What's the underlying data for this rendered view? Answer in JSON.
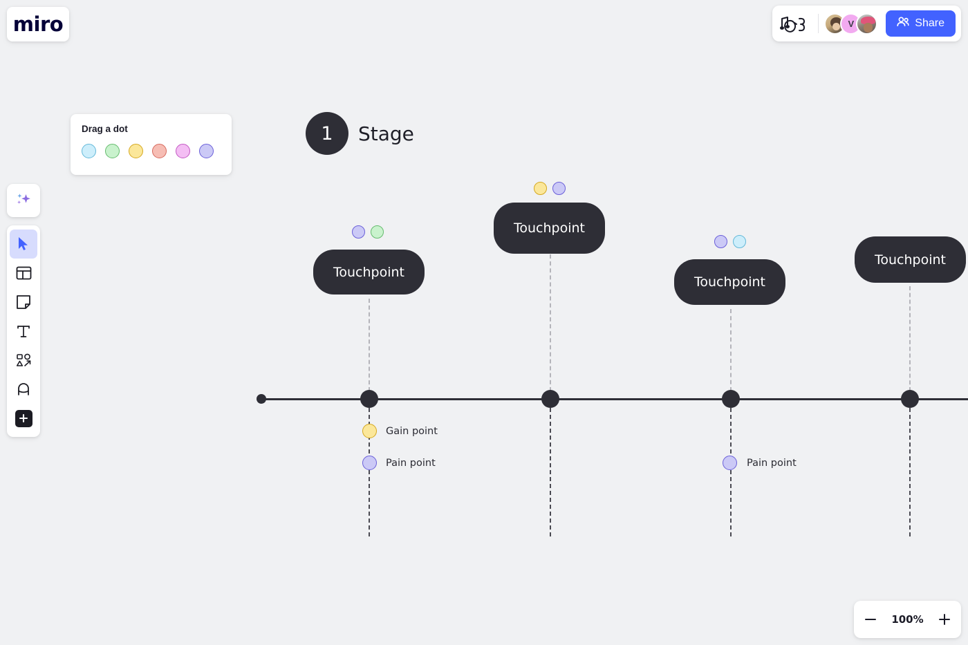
{
  "app": {
    "logo": "miro"
  },
  "header": {
    "doodle_icon": "music-doodle-icon",
    "share_label": "Share",
    "share_color": "#4262ff",
    "avatars": [
      {
        "name": "avatar-user-1",
        "initial": "",
        "type": "photo"
      },
      {
        "name": "avatar-user-2",
        "initial": "V",
        "type": "initial",
        "color": "#f2aaf0"
      },
      {
        "name": "avatar-user-3",
        "initial": "",
        "type": "photo"
      }
    ]
  },
  "drag_panel": {
    "title": "Drag a dot",
    "dots": [
      {
        "name": "dot-cyan",
        "fill": "#cdeefb",
        "stroke": "#63b8d8"
      },
      {
        "name": "dot-green",
        "fill": "#c9f2cd",
        "stroke": "#65bb6e"
      },
      {
        "name": "dot-yellow",
        "fill": "#fbe79a",
        "stroke": "#d5a81f"
      },
      {
        "name": "dot-red",
        "fill": "#f6bdb4",
        "stroke": "#d6685c"
      },
      {
        "name": "dot-pink",
        "fill": "#f4bef4",
        "stroke": "#c257c2"
      },
      {
        "name": "dot-purple",
        "fill": "#cbc9f6",
        "stroke": "#6a5fd9"
      }
    ]
  },
  "toolbar": {
    "ai_icon": "ai-sparkle-icon",
    "items": [
      {
        "name": "tool-select",
        "icon": "cursor-icon",
        "active": true
      },
      {
        "name": "tool-templates",
        "icon": "frame-icon",
        "active": false
      },
      {
        "name": "tool-sticky-note",
        "icon": "sticky-note-icon",
        "active": false
      },
      {
        "name": "tool-text",
        "icon": "text-icon",
        "active": false
      },
      {
        "name": "tool-shapes",
        "icon": "shapes-icon",
        "active": false
      },
      {
        "name": "tool-pen",
        "icon": "pen-icon",
        "active": false
      },
      {
        "name": "tool-more",
        "icon": "plus-icon",
        "active": false
      }
    ]
  },
  "canvas": {
    "stage": {
      "number": "1",
      "label": "Stage"
    },
    "touchpoints": [
      {
        "label": "Touchpoint",
        "dots": [
          {
            "fill": "#cbc9f6",
            "stroke": "#6a5fd9"
          },
          {
            "fill": "#c9f2cd",
            "stroke": "#65bb6e"
          }
        ]
      },
      {
        "label": "Touchpoint",
        "dots": [
          {
            "fill": "#fbe79a",
            "stroke": "#d5a81f"
          },
          {
            "fill": "#cbc9f6",
            "stroke": "#6a5fd9"
          }
        ]
      },
      {
        "label": "Touchpoint",
        "dots": [
          {
            "fill": "#cbc9f6",
            "stroke": "#6a5fd9"
          },
          {
            "fill": "#cdeefb",
            "stroke": "#63b8d8"
          }
        ]
      },
      {
        "label": "Touchpoint",
        "dots": []
      }
    ],
    "points": [
      {
        "label": "Gain point",
        "fill": "#fbe79a",
        "stroke": "#d5a81f"
      },
      {
        "label": "Pain point",
        "fill": "#cbc9f6",
        "stroke": "#6a5fd9"
      },
      {
        "label": "Pain point",
        "fill": "#cbc9f6",
        "stroke": "#6a5fd9"
      }
    ]
  },
  "zoom": {
    "out_label": "−",
    "value": "100%",
    "in_label": "+"
  }
}
